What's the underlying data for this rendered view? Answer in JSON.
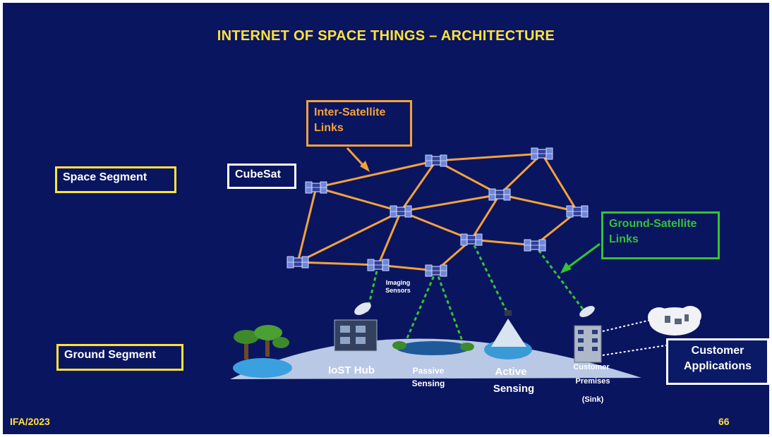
{
  "title": "INTERNET OF SPACE THINGS –  ARCHITECTURE",
  "segments": {
    "space": "Space Segment",
    "ground": "Ground Segment"
  },
  "callouts": {
    "inter_satellite_line1": "Inter-Satellite",
    "inter_satellite_line2": "Links",
    "ground_satellite_line1": "Ground-Satellite",
    "ground_satellite_line2": "Links",
    "cubesat": "CubeSat",
    "customer_line1": "Customer",
    "customer_line2": "Applications"
  },
  "ground_labels": {
    "imaging_line1": "Imaging",
    "imaging_line2": "Sensors",
    "iost_hub": "IoST Hub",
    "passive_line1": "Passive",
    "passive_line2": "Sensing",
    "active_line1": "Active",
    "active_line2": "Sensing",
    "premises_line1": "Customer",
    "premises_line2": "Premises",
    "premises_line3": "(Sink)"
  },
  "footer": {
    "left": "IFA/2023",
    "page": "66"
  },
  "colors": {
    "background": "#0a1560",
    "title": "#ffe23a",
    "inter_satellite_link": "#f3a23a",
    "ground_link": "#35c235"
  }
}
